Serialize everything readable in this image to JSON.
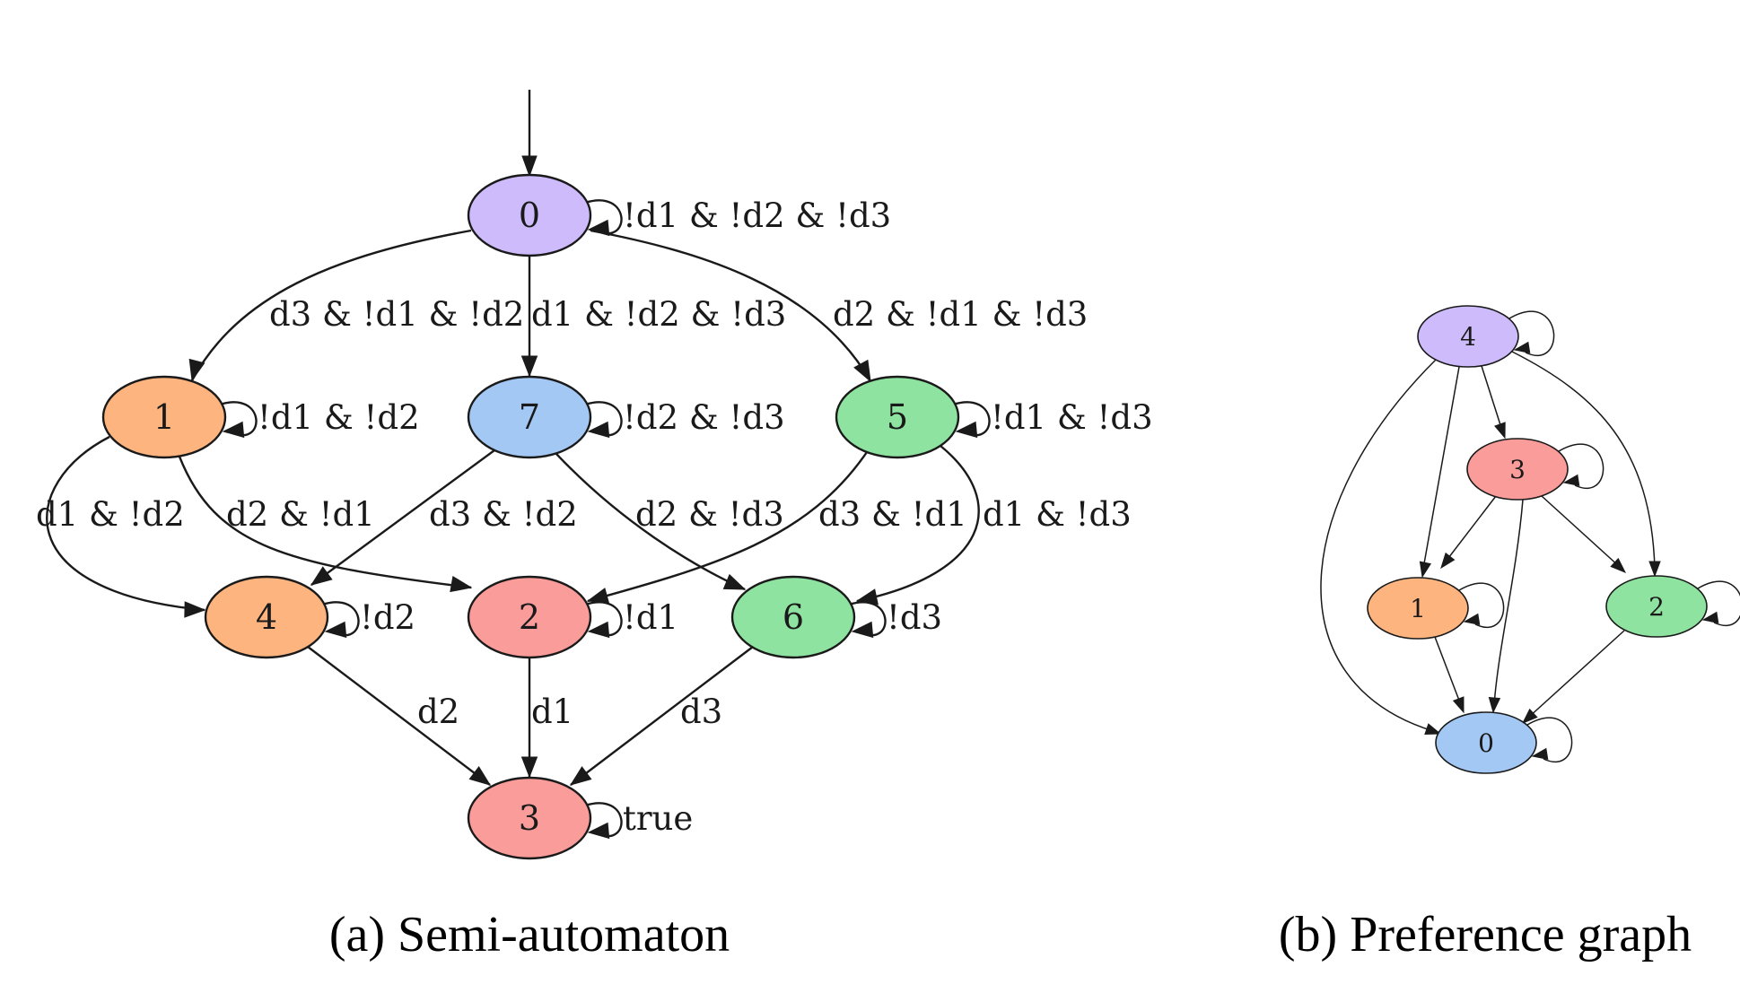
{
  "colors": {
    "purple": "#cdbbfb",
    "orange": "#fdb47f",
    "blue": "#a3c8f4",
    "green": "#8fe3a0",
    "red": "#fa9c9a"
  },
  "semi_automaton": {
    "caption": "(a) Semi-automaton",
    "nodes": [
      {
        "id": "0",
        "color": "purple"
      },
      {
        "id": "1",
        "color": "orange"
      },
      {
        "id": "7",
        "color": "blue"
      },
      {
        "id": "5",
        "color": "green"
      },
      {
        "id": "4",
        "color": "orange"
      },
      {
        "id": "2",
        "color": "red"
      },
      {
        "id": "6",
        "color": "green"
      },
      {
        "id": "3",
        "color": "red"
      }
    ],
    "edges": [
      {
        "from": "0",
        "to": "0",
        "label": "!d1 & !d2 & !d3"
      },
      {
        "from": "0",
        "to": "1",
        "label": "d3 & !d1 & !d2"
      },
      {
        "from": "0",
        "to": "7",
        "label": "d1 & !d2 & !d3"
      },
      {
        "from": "0",
        "to": "5",
        "label": "d2 & !d1 & !d3"
      },
      {
        "from": "1",
        "to": "1",
        "label": "!d1 & !d2"
      },
      {
        "from": "7",
        "to": "7",
        "label": "!d2 & !d3"
      },
      {
        "from": "5",
        "to": "5",
        "label": "!d1 & !d3"
      },
      {
        "from": "1",
        "to": "4",
        "label": "d1 & !d2"
      },
      {
        "from": "1",
        "to": "2",
        "label": "d2 & !d1"
      },
      {
        "from": "7",
        "to": "4",
        "label": "d3 & !d2"
      },
      {
        "from": "7",
        "to": "6",
        "label": "d2 & !d3"
      },
      {
        "from": "5",
        "to": "2",
        "label": "d3 & !d1"
      },
      {
        "from": "5",
        "to": "6",
        "label": "d1 & !d3"
      },
      {
        "from": "4",
        "to": "4",
        "label": "!d2"
      },
      {
        "from": "2",
        "to": "2",
        "label": "!d1"
      },
      {
        "from": "6",
        "to": "6",
        "label": "!d3"
      },
      {
        "from": "4",
        "to": "3",
        "label": "d2"
      },
      {
        "from": "2",
        "to": "3",
        "label": "d1"
      },
      {
        "from": "6",
        "to": "3",
        "label": "d3"
      },
      {
        "from": "3",
        "to": "3",
        "label": "true"
      }
    ]
  },
  "preference_graph": {
    "caption": "(b) Preference graph",
    "nodes": [
      {
        "id": "4",
        "color": "purple"
      },
      {
        "id": "3",
        "color": "red"
      },
      {
        "id": "1",
        "color": "orange"
      },
      {
        "id": "2",
        "color": "green"
      },
      {
        "id": "0",
        "color": "blue"
      }
    ],
    "edges": [
      {
        "from": "4",
        "to": "4"
      },
      {
        "from": "4",
        "to": "3"
      },
      {
        "from": "4",
        "to": "1"
      },
      {
        "from": "4",
        "to": "2"
      },
      {
        "from": "4",
        "to": "0"
      },
      {
        "from": "3",
        "to": "3"
      },
      {
        "from": "3",
        "to": "1"
      },
      {
        "from": "3",
        "to": "2"
      },
      {
        "from": "3",
        "to": "0"
      },
      {
        "from": "1",
        "to": "1"
      },
      {
        "from": "1",
        "to": "0"
      },
      {
        "from": "2",
        "to": "2"
      },
      {
        "from": "2",
        "to": "0"
      },
      {
        "from": "0",
        "to": "0"
      }
    ]
  }
}
